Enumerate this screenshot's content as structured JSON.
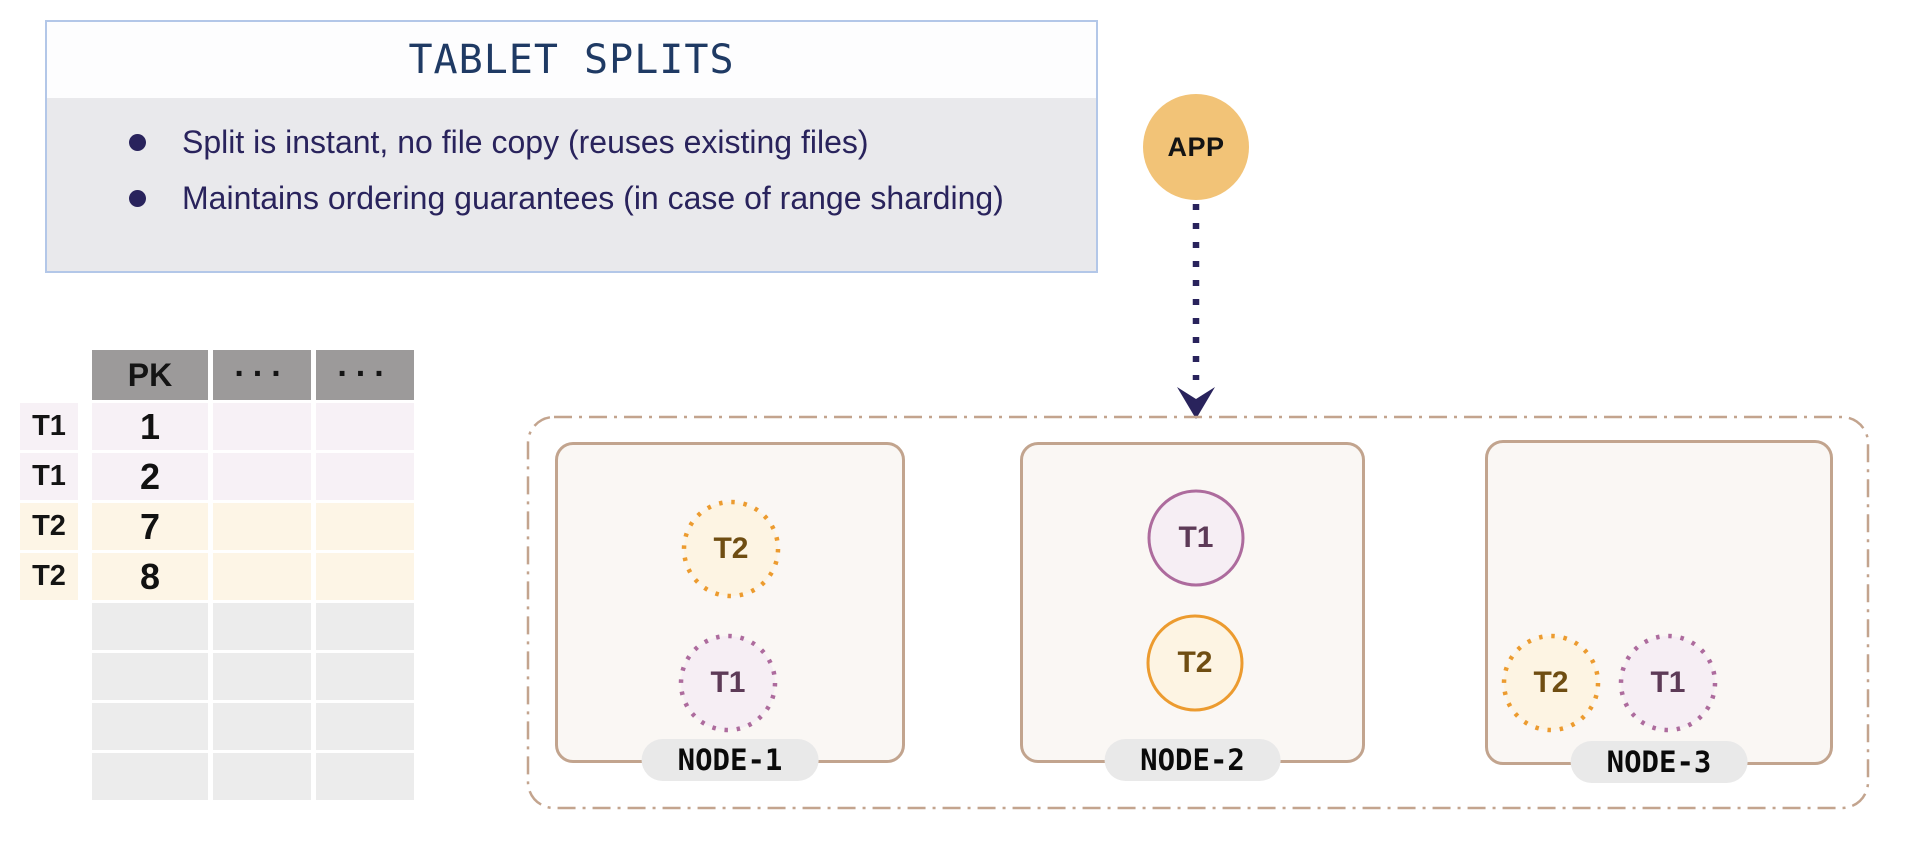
{
  "info_box": {
    "title": "TABLET SPLITS",
    "bullets": [
      "Split is instant, no file copy (reuses existing files)",
      "Maintains ordering guarantees (in case of range sharding)"
    ]
  },
  "app": {
    "label": "APP"
  },
  "table": {
    "headers": [
      "PK",
      "...",
      "..."
    ],
    "row_labels": [
      "T1",
      "T1",
      "T2",
      "T2"
    ],
    "rows": [
      {
        "tablet": "T1",
        "pk": "1"
      },
      {
        "tablet": "T1",
        "pk": "2"
      },
      {
        "tablet": "T2",
        "pk": "7"
      },
      {
        "tablet": "T2",
        "pk": "8"
      }
    ],
    "empty_rows": 4
  },
  "cluster": {
    "nodes": [
      {
        "label": "NODE-1",
        "tablets": [
          {
            "label": "T2",
            "color": "orange",
            "border": "dotted"
          },
          {
            "label": "T1",
            "color": "purple",
            "border": "dotted"
          }
        ]
      },
      {
        "label": "NODE-2",
        "tablets": [
          {
            "label": "T1",
            "color": "purple",
            "border": "solid"
          },
          {
            "label": "T2",
            "color": "orange",
            "border": "solid"
          }
        ]
      },
      {
        "label": "NODE-3",
        "tablets": [
          {
            "label": "T2",
            "color": "orange",
            "border": "dotted"
          },
          {
            "label": "T1",
            "color": "purple",
            "border": "dotted"
          }
        ]
      }
    ]
  },
  "colors": {
    "title_text": "#1f3a64",
    "info_box_border": "#b3c7e8",
    "info_body_bg": "#e9e9ec",
    "bullet_text": "#29235c",
    "app_circle": "#f2c377",
    "arrow": "#29235c",
    "table_header_bg": "#9c9a9a",
    "t1_row_bg": "#f7f1f6",
    "t2_row_bg": "#fdf5e6",
    "empty_row_bg": "#ececec",
    "cluster_border": "#c3a48e",
    "node_border": "#c2a48e",
    "node_bg": "#faf7f4",
    "node_label_bg": "#e9e9e9",
    "tablet_orange_border": "#ec9b2f",
    "tablet_orange_bg": "#fdf4e3",
    "tablet_orange_text": "#6f4d12",
    "tablet_purple_border": "#ad6b9d",
    "tablet_purple_bg": "#f6eef4",
    "tablet_purple_text": "#5d3a57"
  }
}
